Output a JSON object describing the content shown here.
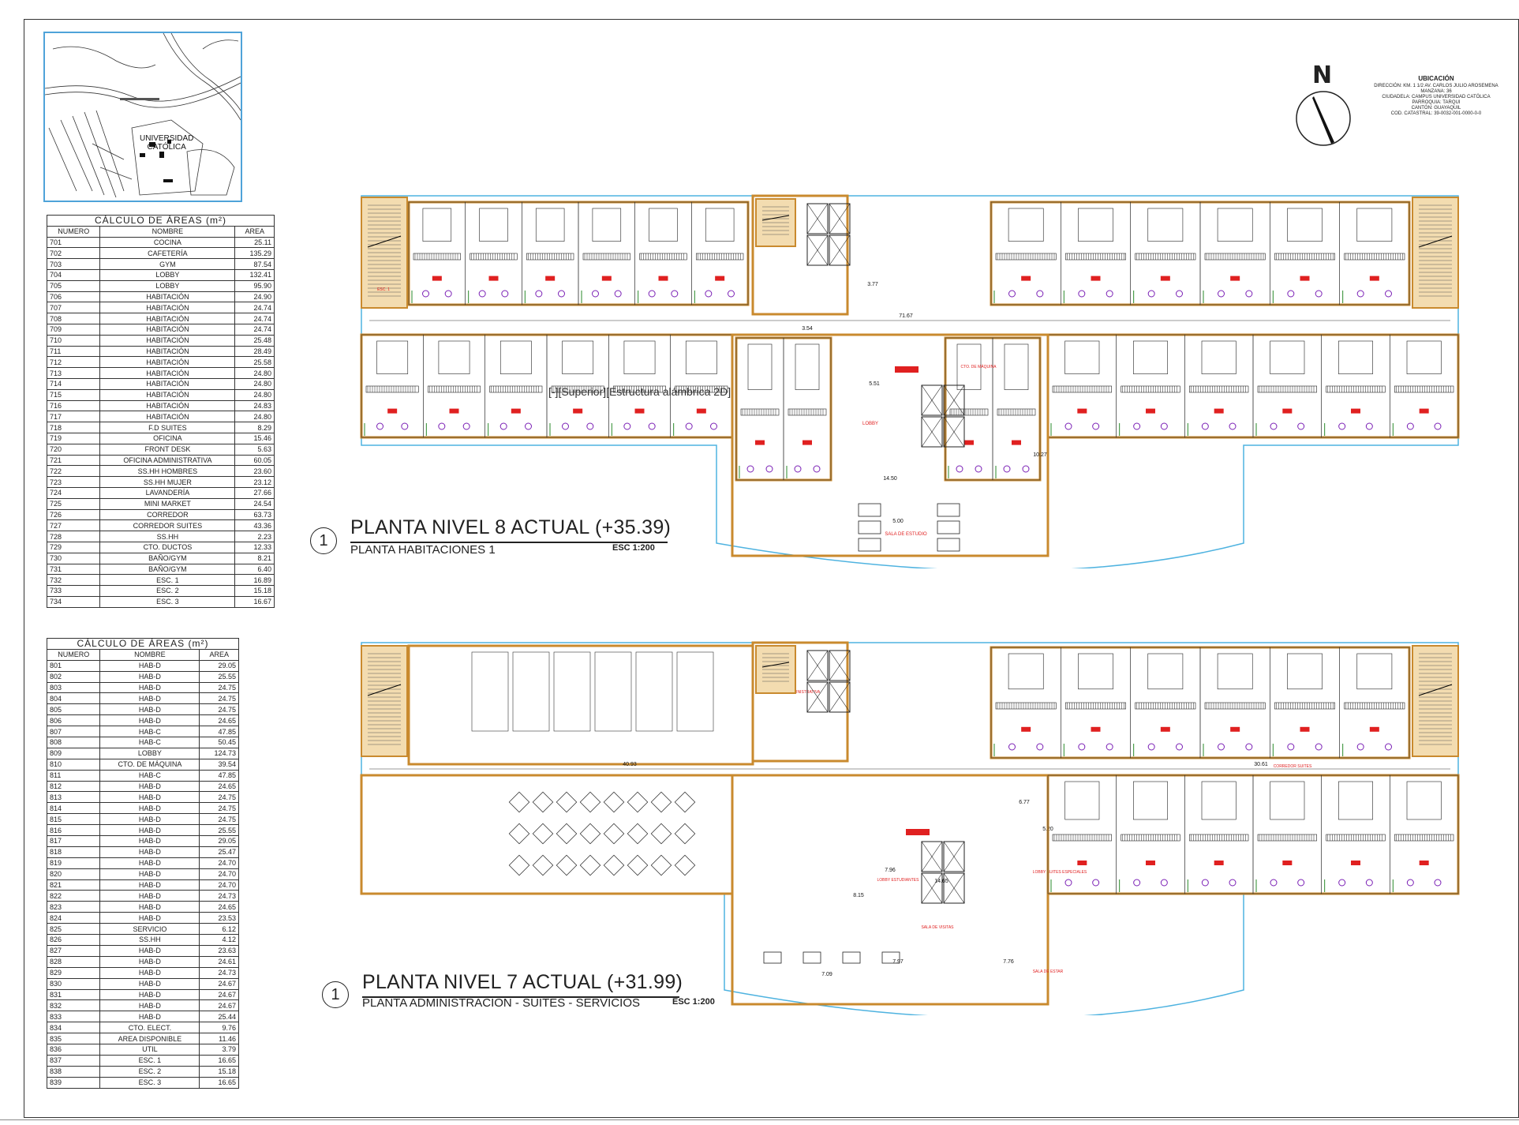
{
  "location_map": {
    "labels": [
      "UNIVERSIDAD",
      "CATÓLICA"
    ]
  },
  "north": {
    "letter": "N"
  },
  "ubicacion": {
    "title": "UBICACIÓN",
    "lines": [
      "DIRECCIÓN: KM. 1 1/2 AV. CARLOS JULIO AROSEMENA",
      "MANZANA: 36",
      "CIUDADELA: CAMPUS UNIVERSIDAD CATÓLICA",
      "PARROQUIA: TARQUI",
      "CANTÓN: GUAYAQUIL",
      "COD. CATASTRAL: 39-0032-001-0000-0-0"
    ]
  },
  "table_level8": {
    "title": "CÁLCULO DE ÁREAS (m²)",
    "headers": [
      "NUMERO",
      "NOMBRE",
      "AREA"
    ],
    "rows": [
      [
        "701",
        "COCINA",
        "25.11"
      ],
      [
        "702",
        "CAFETERÍA",
        "135.29"
      ],
      [
        "703",
        "GYM",
        "87.54"
      ],
      [
        "704",
        "LOBBY",
        "132.41"
      ],
      [
        "705",
        "LOBBY",
        "95.90"
      ],
      [
        "706",
        "HABITACIÓN",
        "24.90"
      ],
      [
        "707",
        "HABITACIÓN",
        "24.74"
      ],
      [
        "708",
        "HABITACIÓN",
        "24.74"
      ],
      [
        "709",
        "HABITACIÓN",
        "24.74"
      ],
      [
        "710",
        "HABITACIÓN",
        "25.48"
      ],
      [
        "711",
        "HABITACIÓN",
        "28.49"
      ],
      [
        "712",
        "HABITACIÓN",
        "25.58"
      ],
      [
        "713",
        "HABITACIÓN",
        "24.80"
      ],
      [
        "714",
        "HABITACIÓN",
        "24.80"
      ],
      [
        "715",
        "HABITACIÓN",
        "24.80"
      ],
      [
        "716",
        "HABITACIÓN",
        "24.83"
      ],
      [
        "717",
        "HABITACIÓN",
        "24.80"
      ],
      [
        "718",
        "F.D SUITES",
        "8.29"
      ],
      [
        "719",
        "OFICINA",
        "15.46"
      ],
      [
        "720",
        "FRONT DESK",
        "5.63"
      ],
      [
        "721",
        "OFICINA ADMINISTRATIVA",
        "60.05"
      ],
      [
        "722",
        "SS.HH HOMBRES",
        "23.60"
      ],
      [
        "723",
        "SS.HH MUJER",
        "23.12"
      ],
      [
        "724",
        "LAVANDERÍA",
        "27.66"
      ],
      [
        "725",
        "MINI MARKET",
        "24.54"
      ],
      [
        "726",
        "CORREDOR",
        "63.73"
      ],
      [
        "727",
        "CORREDOR SUITES",
        "43.36"
      ],
      [
        "728",
        "SS.HH",
        "2.23"
      ],
      [
        "729",
        "CTO. DUCTOS",
        "12.33"
      ],
      [
        "730",
        "BAÑO/GYM",
        "8.21"
      ],
      [
        "731",
        "BAÑO/GYM",
        "6.40"
      ],
      [
        "732",
        "ESC. 1",
        "16.89"
      ],
      [
        "733",
        "ESC. 2",
        "15.18"
      ],
      [
        "734",
        "ESC. 3",
        "16.67"
      ]
    ]
  },
  "table_level7": {
    "title": "CÁLCULO DE ÁREAS (m²)",
    "headers": [
      "NUMERO",
      "NOMBRE",
      "AREA"
    ],
    "rows": [
      [
        "801",
        "HAB-D",
        "29.05"
      ],
      [
        "802",
        "HAB-D",
        "25.55"
      ],
      [
        "803",
        "HAB-D",
        "24.75"
      ],
      [
        "804",
        "HAB-D",
        "24.75"
      ],
      [
        "805",
        "HAB-D",
        "24.75"
      ],
      [
        "806",
        "HAB-D",
        "24.65"
      ],
      [
        "807",
        "HAB-C",
        "47.85"
      ],
      [
        "808",
        "HAB-C",
        "50.45"
      ],
      [
        "809",
        "LOBBY",
        "124.73"
      ],
      [
        "810",
        "CTO. DE MÁQUINA",
        "39.54"
      ],
      [
        "811",
        "HAB-C",
        "47.85"
      ],
      [
        "812",
        "HAB-D",
        "24.65"
      ],
      [
        "813",
        "HAB-D",
        "24.75"
      ],
      [
        "814",
        "HAB-D",
        "24.75"
      ],
      [
        "815",
        "HAB-D",
        "24.75"
      ],
      [
        "816",
        "HAB-D",
        "25.55"
      ],
      [
        "817",
        "HAB-D",
        "29.05"
      ],
      [
        "818",
        "HAB-D",
        "25.47"
      ],
      [
        "819",
        "HAB-D",
        "24.70"
      ],
      [
        "820",
        "HAB-D",
        "24.70"
      ],
      [
        "821",
        "HAB-D",
        "24.70"
      ],
      [
        "822",
        "HAB-D",
        "24.73"
      ],
      [
        "823",
        "HAB-D",
        "24.65"
      ],
      [
        "824",
        "HAB-D",
        "23.53"
      ],
      [
        "825",
        "SERVICIO",
        "6.12"
      ],
      [
        "826",
        "SS.HH",
        "4.12"
      ],
      [
        "827",
        "HAB-D",
        "23.63"
      ],
      [
        "828",
        "HAB-D",
        "24.61"
      ],
      [
        "829",
        "HAB-D",
        "24.73"
      ],
      [
        "830",
        "HAB-D",
        "24.67"
      ],
      [
        "831",
        "HAB-D",
        "24.67"
      ],
      [
        "832",
        "HAB-D",
        "24.67"
      ],
      [
        "833",
        "HAB-D",
        "25.44"
      ],
      [
        "834",
        "CTO. ELECT.",
        "9.76"
      ],
      [
        "835",
        "AREA DISPONIBLE",
        "11.46"
      ],
      [
        "836",
        "UTIL",
        "3.79"
      ],
      [
        "837",
        "ESC. 1",
        "16.65"
      ],
      [
        "838",
        "ESC. 2",
        "15.18"
      ],
      [
        "839",
        "ESC. 3",
        "16.65"
      ]
    ]
  },
  "plan_level8": {
    "number": "1",
    "title": "PLANTA NIVEL 8 ACTUAL (+35.39)",
    "subtitle": "PLANTA HABITACIONES 1",
    "scale": "ESC 1:200",
    "dims": {
      "corridor_length": "71.67",
      "depth_center": "14.50",
      "lobby_w": "5.51",
      "hall_h": "10.27",
      "top_w1": "3.54",
      "top_w2": "3.77",
      "study_w": "5.00"
    },
    "rooms": {
      "lobby": "LOBBY",
      "study": "SALA DE ESTUDIO",
      "ducts": "CTO. DE MÁQUINA",
      "esc": "ESC. 1"
    }
  },
  "plan_level7": {
    "number": "1",
    "title": "PLANTA NIVEL 7 ACTUAL (+31.99)",
    "subtitle": "PLANTA ADMINISTRACIÓN - SUITES - SERVICIOS",
    "scale": "ESC 1:200",
    "dims": {
      "left_corridor": "40.93",
      "right_corridor": "30.61",
      "center_w": "14.65",
      "lobby_w": "7.96",
      "stair_h": "8.15",
      "bottom_w": "7.09",
      "bottom_w2": "7.97",
      "right_w": "7.76",
      "dim_a": "6.77",
      "dim_b": "5.20"
    },
    "rooms": {
      "lobby_students": "LOBBY ESTUDIANTES",
      "visits": "SALA DE VISITAS",
      "lobby_suites": "LOBBY SUITES ESPECIALES",
      "sitting": "SALA DE ESTAR",
      "admin_office": "OFICINA ADMINISTRATIVA",
      "corridor_suites": "CORREDOR SUITES"
    }
  },
  "view_label": "[-][Superior][Estructura alámbrica 2D]",
  "colors": {
    "wall": "#c98a2e",
    "wall_fill": "#f3dcb0",
    "glass": "#4fb3e0",
    "red_tag": "#e02020",
    "furniture": "#222222",
    "fixture": "#7a1fb5",
    "green": "#2a8a2a"
  }
}
